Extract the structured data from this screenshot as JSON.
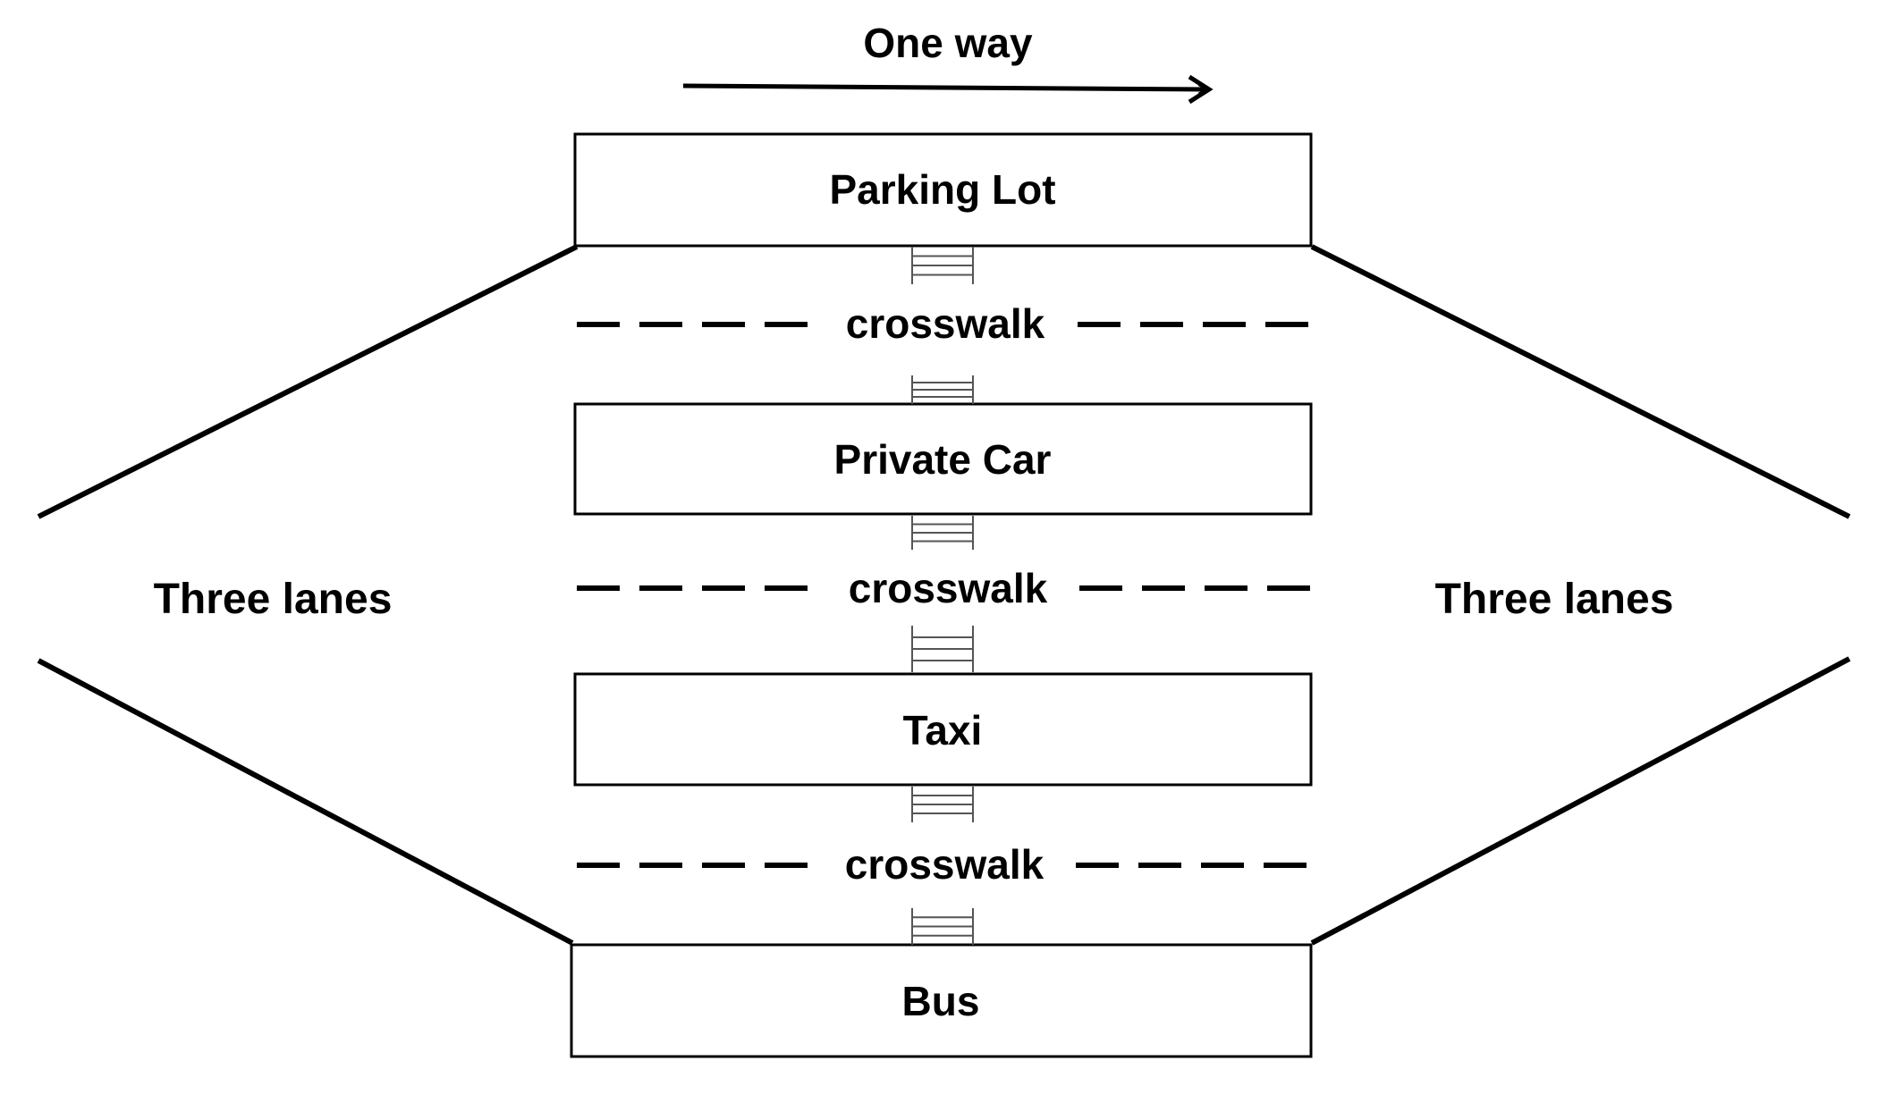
{
  "direction": {
    "label": "One way"
  },
  "zones": [
    {
      "id": "parking-lot",
      "label": "Parking Lot"
    },
    {
      "id": "private-car",
      "label": "Private Car"
    },
    {
      "id": "taxi",
      "label": "Taxi"
    },
    {
      "id": "bus",
      "label": "Bus"
    }
  ],
  "crosswalks": [
    {
      "label": "crosswalk"
    },
    {
      "label": "crosswalk"
    },
    {
      "label": "crosswalk"
    }
  ],
  "lanes": {
    "left_label": "Three lanes",
    "right_label": "Three lanes"
  },
  "colors": {
    "line": "#000000",
    "box_fill": "#ffffff",
    "ladder": "#555555"
  }
}
